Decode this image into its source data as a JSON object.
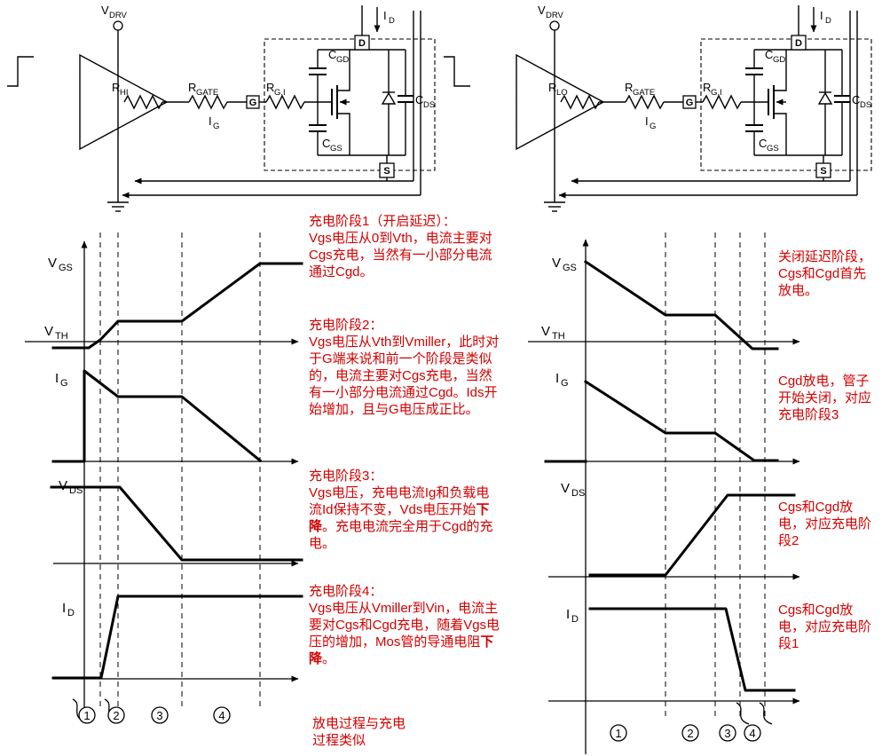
{
  "colors": {
    "annotation_red": "#d40000",
    "line_black": "#000000"
  },
  "circuit_left": {
    "vdrv": {
      "main": "V",
      "sub": "DRV"
    },
    "r_top": {
      "main": "R",
      "sub": "HI"
    },
    "rgate": {
      "main": "R",
      "sub": "GATE"
    },
    "ig": {
      "main": "I",
      "sub": "G"
    },
    "gate_terminal": "G",
    "rgi": {
      "main": "R",
      "sub": "G,I"
    },
    "cgd": {
      "main": "C",
      "sub": "GD"
    },
    "cgs": {
      "main": "C",
      "sub": "GS"
    },
    "cds": {
      "main": "C",
      "sub": "DS"
    },
    "drain_terminal": "D",
    "source_terminal": "S",
    "id": {
      "main": "I",
      "sub": "D"
    }
  },
  "circuit_right": {
    "vdrv": {
      "main": "V",
      "sub": "DRV"
    },
    "r_top": {
      "main": "R",
      "sub": "LO"
    },
    "rgate": {
      "main": "R",
      "sub": "GATE"
    },
    "ig": {
      "main": "I",
      "sub": "G"
    },
    "gate_terminal": "G",
    "rgi": {
      "main": "R",
      "sub": "G,I"
    },
    "cgd": {
      "main": "C",
      "sub": "GD"
    },
    "cgs": {
      "main": "C",
      "sub": "GS"
    },
    "cds": {
      "main": "C",
      "sub": "DS"
    },
    "drain_terminal": "D",
    "source_terminal": "S",
    "id": {
      "main": "I",
      "sub": "D"
    }
  },
  "waveform_left": {
    "vgs": {
      "main": "V",
      "sub": "GS"
    },
    "vth": {
      "main": "V",
      "sub": "TH"
    },
    "ig": {
      "main": "I",
      "sub": "G"
    },
    "vds": {
      "main": "V",
      "sub": "DS"
    },
    "id": {
      "main": "I",
      "sub": "D"
    },
    "phases": [
      "1",
      "2",
      "3",
      "4"
    ]
  },
  "waveform_right": {
    "vgs": {
      "main": "V",
      "sub": "GS"
    },
    "vth": {
      "main": "V",
      "sub": "TH"
    },
    "ig": {
      "main": "I",
      "sub": "G"
    },
    "vds": {
      "main": "V",
      "sub": "DS"
    },
    "id": {
      "main": "I",
      "sub": "D"
    },
    "phases": [
      "1",
      "2",
      "3",
      "4"
    ]
  },
  "annotations_left": [
    {
      "title": "充电阶段1（开启延迟）：",
      "body": [
        {
          "text": "Vgs电压从0到Vth，电流主要对Cgs充电，当然有一小部分电流通过Cgd。"
        }
      ]
    },
    {
      "title": "充电阶段2：",
      "body": [
        {
          "text": "Vgs电压从Vth到Vmiller，此时对于G端来说和前一个阶段是类似的，电流主要对Cgs充电，当然有一小部分电流通过Cgd。Ids开始增加，且与G电压成正比。"
        }
      ]
    },
    {
      "title": "充电阶段3：",
      "body": [
        {
          "text": "Vgs电压，充电电流Ig和负载电流Id保持不变，Vds电压开始"
        },
        {
          "text": "下降",
          "bold": true
        },
        {
          "text": "。充电电流完全用于Cgd的充电。"
        }
      ]
    },
    {
      "title": "充电阶段4：",
      "body": [
        {
          "text": "Vgs电压从Vmiller到Vin，电流主要对Cgs和Cgd充电，随着Vgs电压的增加，Mos管的导通电阻"
        },
        {
          "text": "下降",
          "bold": true
        },
        {
          "text": "。"
        }
      ]
    },
    {
      "title": "",
      "body": [
        {
          "text": "放电过程与充电过程类似"
        }
      ]
    }
  ],
  "annotations_right": [
    {
      "body": [
        {
          "text": "关闭延迟阶段，Cgs和Cgd首先放电。"
        }
      ]
    },
    {
      "body": [
        {
          "text": "Cgd放电，管子开始关闭，对应充电阶段3"
        }
      ]
    },
    {
      "body": [
        {
          "text": "Cgs和Cgd放电，对应充电阶段2"
        }
      ]
    },
    {
      "body": [
        {
          "text": "Cgs和Cgd放电，对应充电阶段1"
        }
      ]
    }
  ]
}
